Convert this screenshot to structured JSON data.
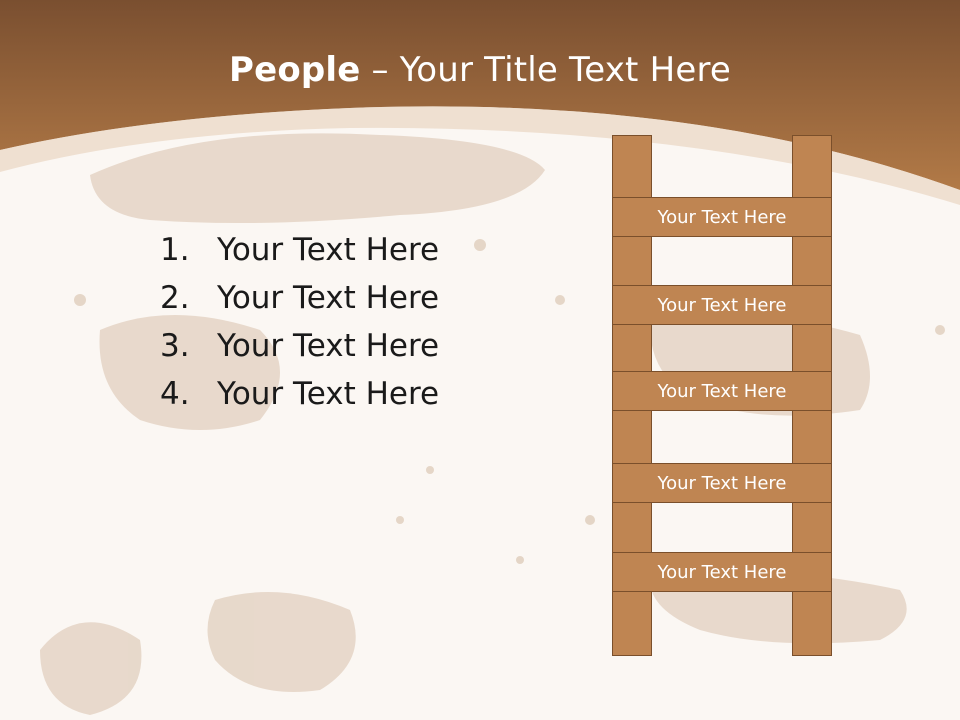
{
  "colors": {
    "accent": "#bf8552",
    "header_band": "#a8703f",
    "background": "#fbf7f3",
    "rung_border": "#7a4f2b"
  },
  "title": {
    "bold": "People",
    "separator": " – ",
    "regular": "Your Title Text Here"
  },
  "list": [
    {
      "number": "1.",
      "text": "Your Text Here"
    },
    {
      "number": "2.",
      "text": "Your Text Here"
    },
    {
      "number": "3.",
      "text": "Your Text Here"
    },
    {
      "number": "4.",
      "text": "Your Text Here"
    }
  ],
  "ladder": {
    "rungs": [
      "Your Text Here",
      "Your Text Here",
      "Your Text Here",
      "Your Text Here",
      "Your Text Here"
    ]
  }
}
